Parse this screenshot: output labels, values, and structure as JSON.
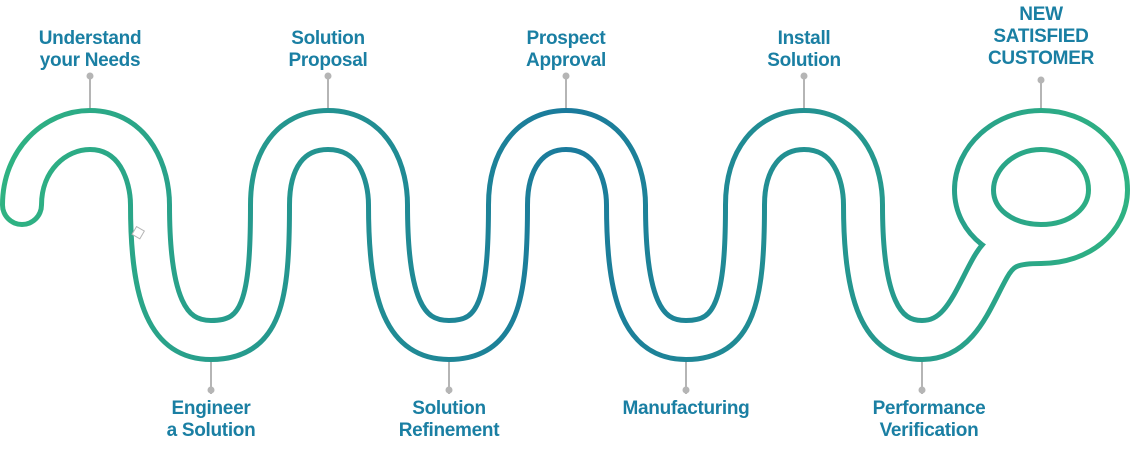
{
  "colors": {
    "text": "#1a7fa3",
    "path_start": "#2fb382",
    "path_mid": "#1a7a9c",
    "path_end": "#2fb382",
    "connector": "#b5b5b5"
  },
  "steps": [
    {
      "lines": [
        "Understand",
        "your Needs"
      ]
    },
    {
      "lines": [
        "Engineer",
        "a Solution"
      ]
    },
    {
      "lines": [
        "Solution",
        "Proposal"
      ]
    },
    {
      "lines": [
        "Solution",
        "Refinement"
      ]
    },
    {
      "lines": [
        "Prospect",
        "Approval"
      ]
    },
    {
      "lines": [
        "Manufacturing"
      ]
    },
    {
      "lines": [
        "Install",
        "Solution"
      ]
    },
    {
      "lines": [
        "Performance",
        "Verification"
      ]
    },
    {
      "lines": [
        "NEW",
        "SATISFIED",
        "CUSTOMER"
      ]
    }
  ]
}
